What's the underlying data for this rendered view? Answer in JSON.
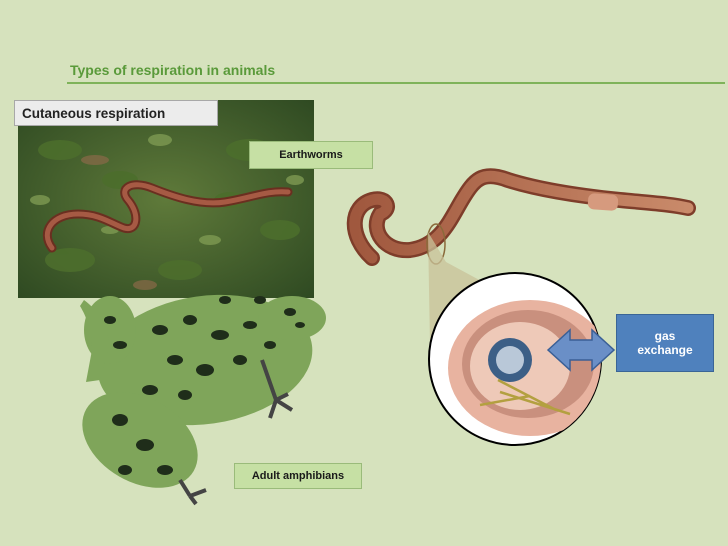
{
  "slide": {
    "title": "Types of respiration in animals",
    "section_label": "Cutaneous respiration",
    "labels": {
      "earthworms": "Earthworms",
      "adult_amphibians": "Adult amphibians",
      "gas_exchange_line1": "gas",
      "gas_exchange_line2": "exchange"
    },
    "colors": {
      "background": "#d6e2bd",
      "title": "#5a9a3a",
      "label_box": "#c6e0a4",
      "gas_box": "#4f81bd",
      "arrow": "#6a8fc7"
    }
  }
}
